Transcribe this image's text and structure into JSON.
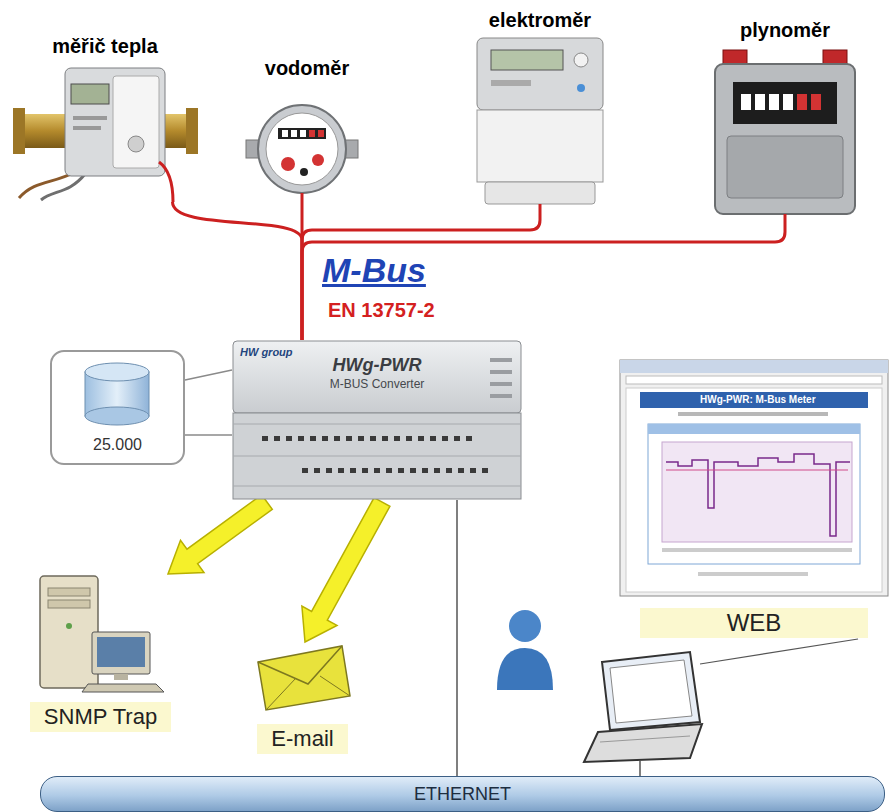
{
  "diagram": {
    "nodes": [
      {
        "text": [
          "měřič tepla"
        ]
      },
      {
        "text": [
          "vodoměr"
        ]
      },
      {
        "text": [
          "elektroměr"
        ]
      },
      {
        "text": [
          "plynoměr"
        ]
      },
      {
        "text": [
          "25.000"
        ]
      },
      {
        "text": [
          "HWg-PWR",
          "M-BUS Converter"
        ]
      },
      {
        "text": [
          "SNMP Trap"
        ]
      },
      {
        "text": [
          "E-mail"
        ]
      },
      {
        "text": [
          "WEB"
        ]
      },
      {
        "text": [
          "ETHERNET"
        ]
      }
    ],
    "edges": [
      {
        "from": 5,
        "to": 0,
        "arrow": "none"
      },
      {
        "from": 5,
        "to": 1,
        "arrow": "none"
      },
      {
        "from": 5,
        "to": 2,
        "arrow": "none"
      },
      {
        "from": 5,
        "to": 3,
        "arrow": "none"
      },
      {
        "from": 4,
        "to": 5,
        "arrow": "none"
      },
      {
        "from": 5,
        "to": 6,
        "arrow": "to"
      },
      {
        "from": 5,
        "to": 7,
        "arrow": "to"
      },
      {
        "from": 5,
        "to": 9,
        "arrow": "none"
      }
    ],
    "labels": [
      "M-Bus",
      "EN 13757-2",
      "HW group",
      "HWg-PWR: M-Bus Meter"
    ]
  }
}
